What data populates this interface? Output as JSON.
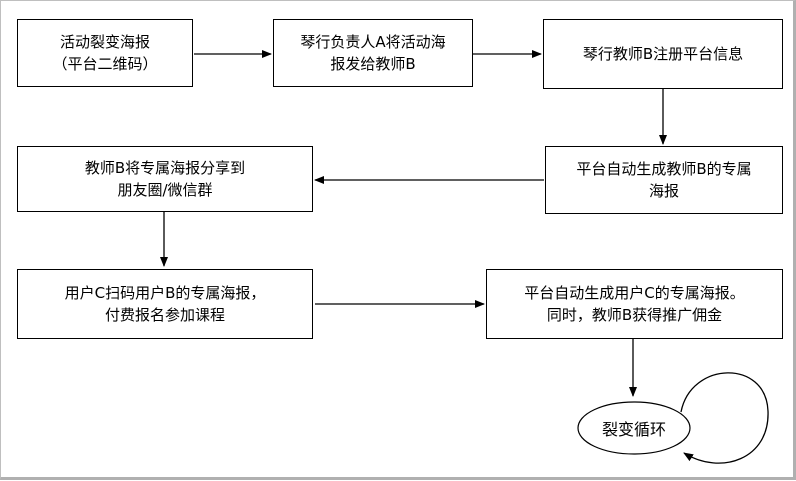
{
  "boxes": {
    "b1": "活动裂变海报\n（平台二维码）",
    "b2": "琴行负责人A将活动海\n报发给教师B",
    "b3": "琴行教师B注册平台信息",
    "b4": "平台自动生成教师B的专属\n海报",
    "b5": "教师B将专属海报分享到\n朋友圈/微信群",
    "b6": "用户C扫码用户B的专属海报，\n付费报名参加课程",
    "b7": "平台自动生成用户C的专属海报。\n同时，教师B获得推广佣金"
  },
  "cycle_label": "裂变循环"
}
